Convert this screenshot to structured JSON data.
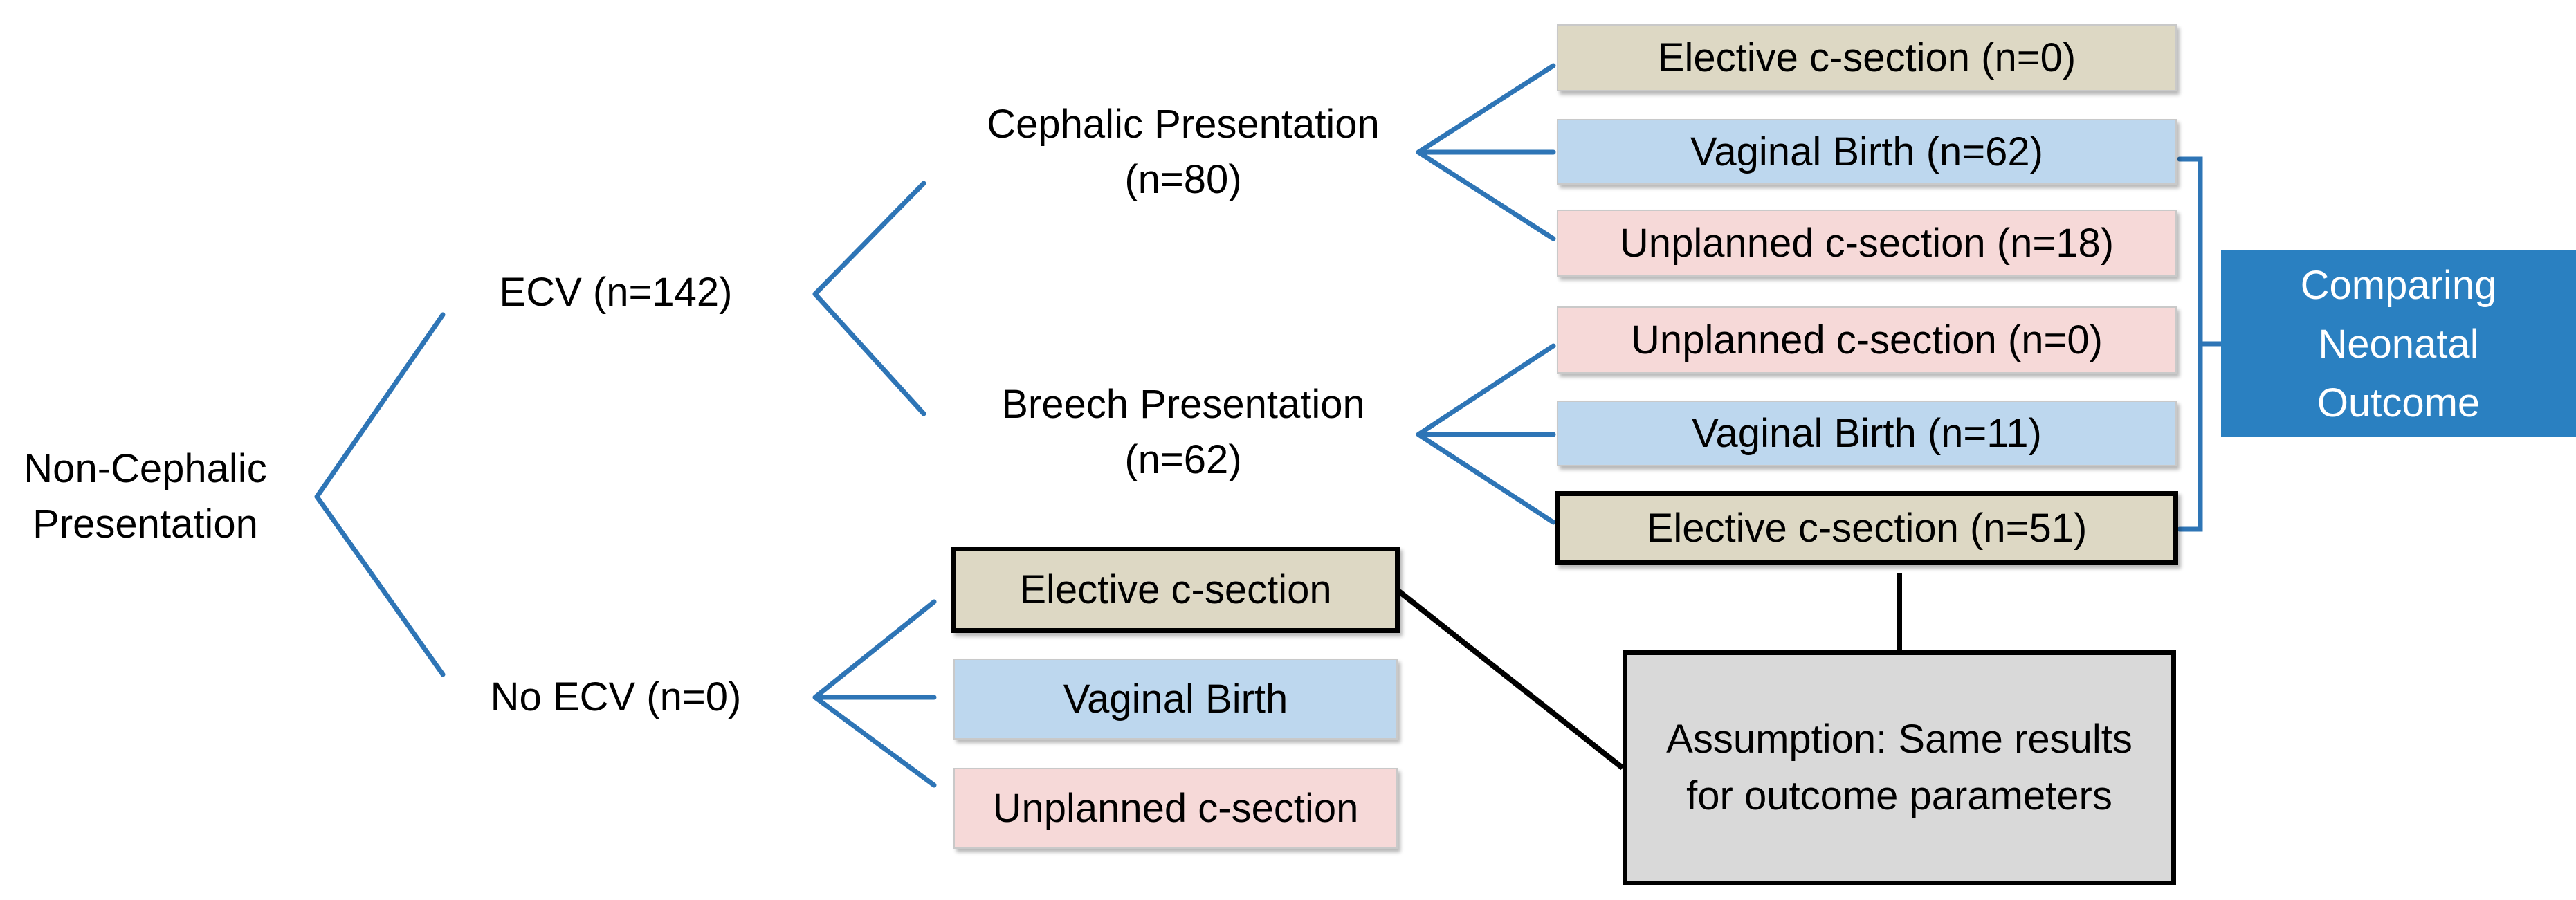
{
  "root": {
    "line1": "Non-Cephalic",
    "line2": "Presentation"
  },
  "ecv": {
    "label": "ECV (n=142)"
  },
  "no_ecv": {
    "label": "No ECV (n=0)"
  },
  "cephalic": {
    "line1": "Cephalic Presentation",
    "line2": "(n=80)"
  },
  "breech": {
    "line1": "Breech Presentation",
    "line2": "(n=62)"
  },
  "cephalic_outcomes": [
    {
      "label": "Elective c-section (n=0)",
      "color": "#ddd8c4"
    },
    {
      "label": "Vaginal Birth (n=62)",
      "color": "#bdd7ee"
    },
    {
      "label": "Unplanned c-section (n=18)",
      "color": "#f6d9d8"
    }
  ],
  "breech_outcomes": [
    {
      "label": "Unplanned c-section (n=0)",
      "color": "#f6d9d8"
    },
    {
      "label": "Vaginal Birth (n=11)",
      "color": "#bdd7ee"
    },
    {
      "label": "Elective c-section (n=51)",
      "color": "#ddd8c4"
    }
  ],
  "no_ecv_outcomes": [
    {
      "label": "Elective c-section",
      "color": "#ddd8c4"
    },
    {
      "label": "Vaginal Birth",
      "color": "#bdd7ee"
    },
    {
      "label": "Unplanned c-section",
      "color": "#f6d9d8"
    }
  ],
  "comparing": {
    "line1": "Comparing",
    "line2": "Neonatal",
    "line3": "Outcome",
    "color": "#2a80c1"
  },
  "assumption": {
    "line1": "Assumption: Same results",
    "line2": "for outcome parameters"
  },
  "line_color": "#2e75b6"
}
